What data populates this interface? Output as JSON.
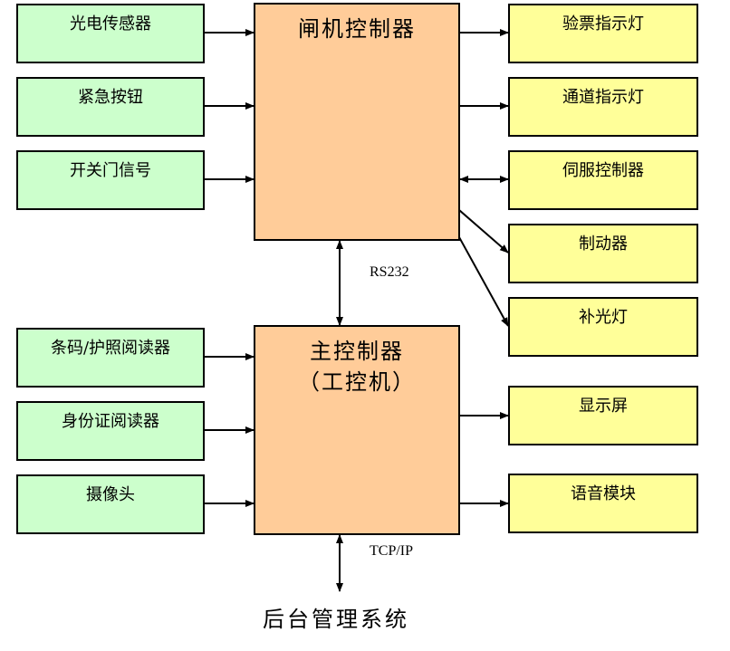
{
  "inputs_top": [
    "光电传感器",
    "紧急按钮",
    "开关门信号"
  ],
  "inputs_bottom": [
    "条码/护照阅读器",
    "身份证阅读器",
    "摄像头"
  ],
  "gate_controller": "闸机控制器",
  "main_controller": {
    "line1": "主控制器",
    "line2": "（工控机）"
  },
  "outputs_top": [
    "验票指示灯",
    "通道指示灯",
    "伺服控制器",
    "制动器",
    "补光灯"
  ],
  "outputs_bottom": [
    "显示屏",
    "语音模块"
  ],
  "link_labels": {
    "rs232": "RS232",
    "tcpip": "TCP/IP"
  },
  "backend": "后台管理系统",
  "colors": {
    "input_fill": "#ccffcc",
    "output_fill": "#ffff99",
    "controller_fill": "#ffcc99"
  }
}
